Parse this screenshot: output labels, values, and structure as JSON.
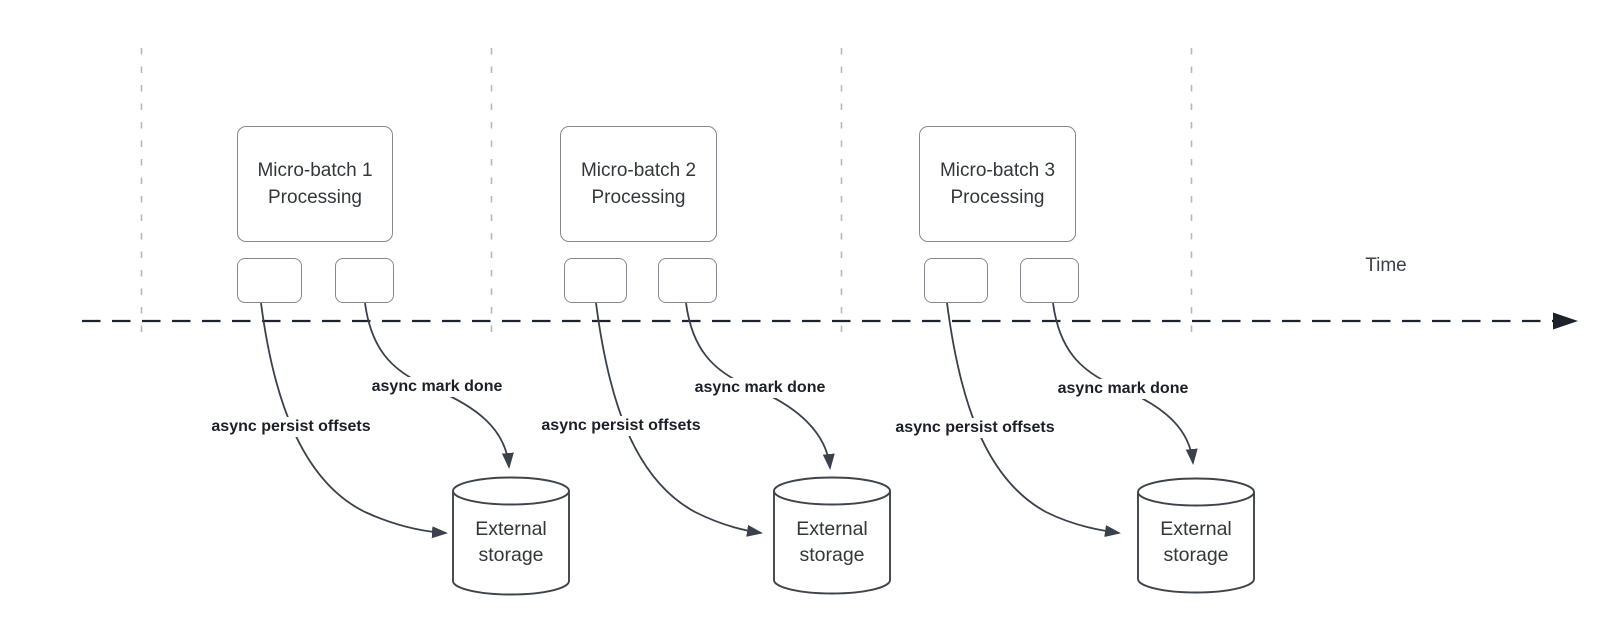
{
  "time_axis": {
    "label": "Time"
  },
  "groups": [
    {
      "batch_line1": "Micro-batch 1",
      "batch_line2": "Processing",
      "persist_label": "async persist offsets",
      "done_label": "async mark done",
      "storage_line1": "External",
      "storage_line2": "storage"
    },
    {
      "batch_line1": "Micro-batch 2",
      "batch_line2": "Processing",
      "persist_label": "async persist offsets",
      "done_label": "async mark done",
      "storage_line1": "External",
      "storage_line2": "storage"
    },
    {
      "batch_line1": "Micro-batch 3",
      "batch_line2": "Processing",
      "persist_label": "async persist offsets",
      "done_label": "async mark done",
      "storage_line1": "External",
      "storage_line2": "storage"
    }
  ],
  "colors": {
    "background": "#ffffff",
    "gridline": "#b5b8bc",
    "axis": "#1e222a",
    "shape_border": "#85898f",
    "cylinder_stroke": "#3f444b",
    "arrow": "#3a414b",
    "label_text": "#1b1f27",
    "shape_text": "#33373c",
    "time_text": "#3c4249"
  }
}
